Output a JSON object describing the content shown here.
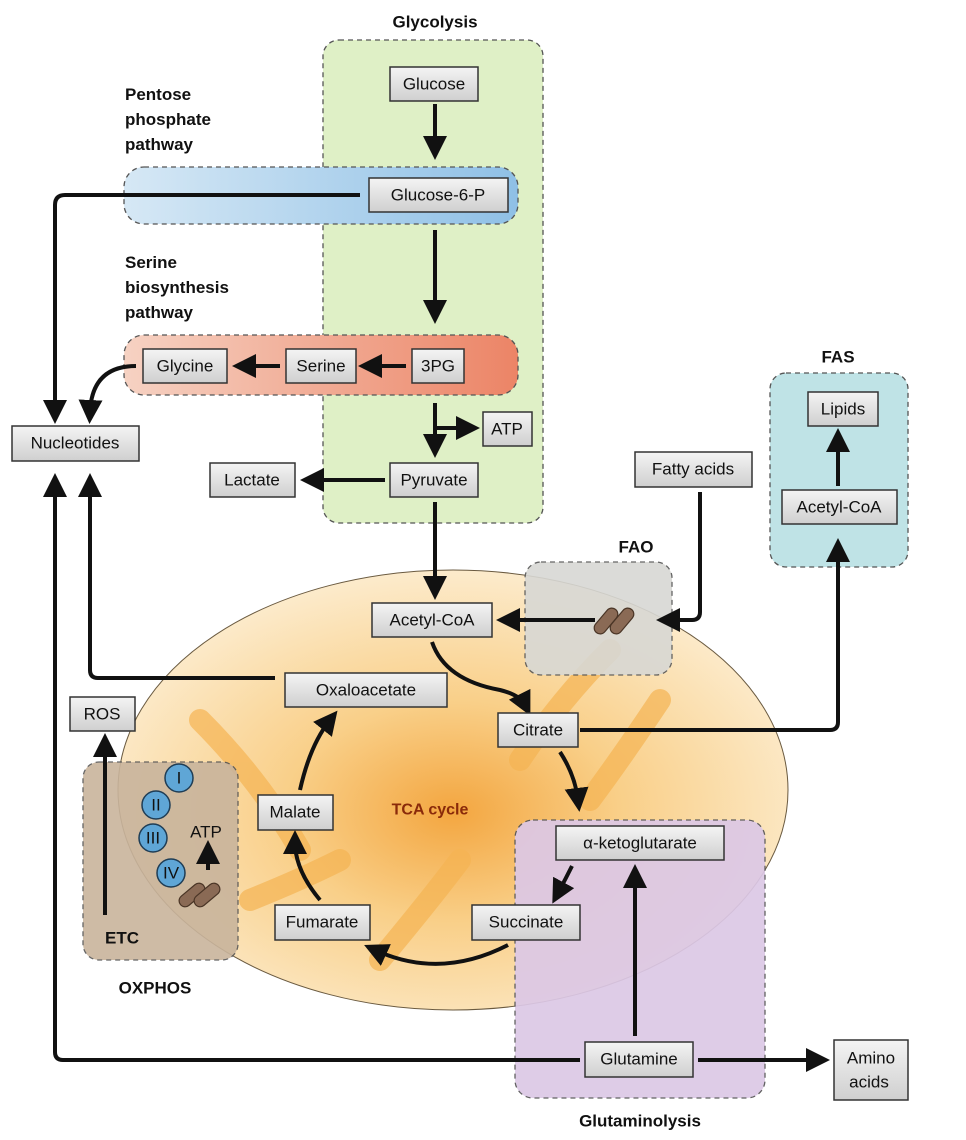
{
  "regions": {
    "glycolysis": "Glycolysis",
    "ppp": [
      "Pentose",
      "phosphate",
      "pathway"
    ],
    "serine": [
      "Serine",
      "biosynthesis",
      "pathway"
    ],
    "fas": "FAS",
    "fao": "FAO",
    "oxphos": "OXPHOS",
    "etc": "ETC",
    "glutaminolysis": "Glutaminolysis",
    "tca": "TCA cycle"
  },
  "metabolites": {
    "glucose": "Glucose",
    "g6p": "Glucose-6-P",
    "pg3": "3PG",
    "serine": "Serine",
    "glycine": "Glycine",
    "nucleotides": "Nucleotides",
    "atp_glyco": "ATP",
    "pyruvate": "Pyruvate",
    "lactate": "Lactate",
    "fatty_acids": "Fatty acids",
    "lipids": "Lipids",
    "acetylcoa_fas": "Acetyl-CoA",
    "acetylcoa": "Acetyl-CoA",
    "oxaloacetate": "Oxaloacetate",
    "citrate": "Citrate",
    "akg": "α-ketoglutarate",
    "succinate": "Succinate",
    "fumarate": "Fumarate",
    "malate": "Malate",
    "glutamine": "Glutamine",
    "amino_acids": [
      "Amino",
      "acids"
    ],
    "ros": "ROS",
    "atp_oxphos": "ATP"
  },
  "complexes": [
    "I",
    "II",
    "III",
    "IV"
  ],
  "colors": {
    "glycolysis": "#dff0c6",
    "ppp": "#a9cde8",
    "serine": "#ef9a80",
    "fas": "#bfe3e6",
    "fao": "#d8d8d4",
    "oxphos": "#c9b49c",
    "glutaminolysis": "#dcc8e6",
    "mitochondrion": "#fbe3b4",
    "tca_text": "#8a2a0a",
    "complex": "#5fa6d6"
  }
}
